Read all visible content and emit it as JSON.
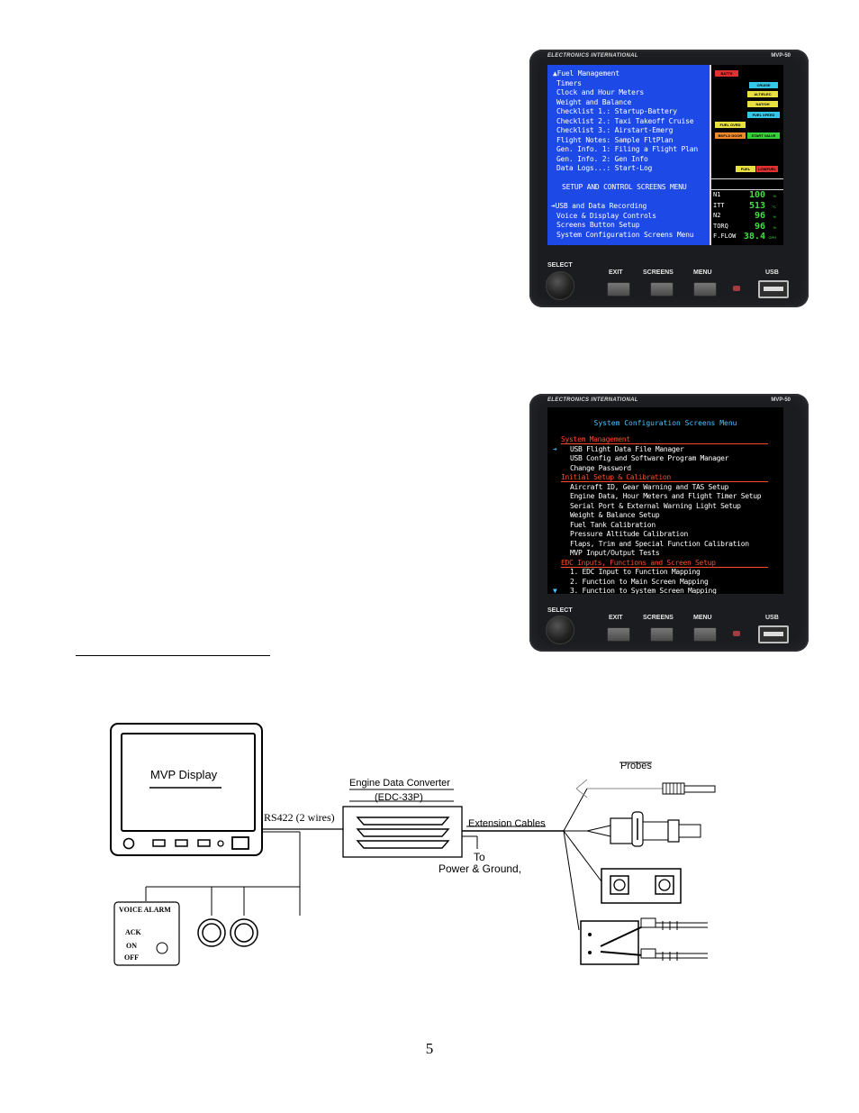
{
  "device": {
    "brand": "ELECTRONICS INTERNATIONAL",
    "model": "MVP-50",
    "knob_label": "SELECT",
    "buttons": [
      "EXIT",
      "SCREENS",
      "MENU"
    ],
    "usb_label": "USB"
  },
  "screen1": {
    "menu_items": [
      "▲Fuel Management",
      "Timers",
      "Clock and Hour Meters",
      "Weight and Balance",
      "Checklist 1.: Startup-Battery",
      "Checklist 2.: Taxi Takeoff Cruise",
      "Checklist 3.: Airstart-Emerg",
      "Flight Notes: Sample FltPlan",
      "Gen. Info. 1: Filing a Flight Plan",
      "Gen. Info. 2: Gen Info",
      "Data Logs...: Start-Log"
    ],
    "setup_heading": "SETUP AND CONTROL SCREENS MENU",
    "setup_items": [
      "➔USB and Data Recording",
      "Voice & Display Controls",
      "Screens Button Setup",
      "System Configuration Screens Menu"
    ],
    "badges": [
      {
        "text": "BATTE",
        "color": "#e03030"
      },
      {
        "text": "CRUISE",
        "color": "#34c8e8"
      },
      {
        "text": "ALT/ELEC",
        "color": "#e8e040"
      },
      {
        "text": "NAT/OH",
        "color": "#e8e040"
      },
      {
        "text": "FUEL XFEED",
        "color": "#34c8e8"
      },
      {
        "text": "FUEL OVRD",
        "color": "#e8e040"
      },
      {
        "text": "BKFLD DOOR",
        "color": "#f08a2a"
      },
      {
        "text": "START VALVE",
        "color": "#38d038"
      },
      {
        "text": "FUEL",
        "color": "#e8e040"
      },
      {
        "text": "LOWFUEL",
        "color": "#e03030"
      }
    ],
    "instruments": [
      {
        "label": "N1",
        "value": "100",
        "unit": "%"
      },
      {
        "label": "ITT",
        "value": "513",
        "unit": "°C"
      },
      {
        "label": "N2",
        "value": "96",
        "unit": "%"
      },
      {
        "label": "TORQ",
        "value": "96",
        "unit": "%"
      },
      {
        "label": "F.FLOW",
        "value": "38.4",
        "unit": "GPH"
      }
    ]
  },
  "screen2": {
    "title": "System Configuration Screens Menu",
    "sections": [
      {
        "heading": "System Management",
        "items": [
          "USB Flight Data File Manager",
          "USB Config and Software Program Manager",
          "Change Password"
        ]
      },
      {
        "heading": "Initial Setup & Calibration",
        "items": [
          "Aircraft ID, Gear Warning and TAS Setup",
          "Engine Data, Hour Meters and Flight Timer Setup",
          "Serial Port & External Warning Light Setup",
          "Weight & Balance Setup",
          "Fuel Tank Calibration",
          "Pressure Altitude Calibration",
          "Flaps, Trim and Special Function Calibration",
          "MVP Input/Output Tests"
        ]
      },
      {
        "heading": "EDC Inputs, Functions and Screen Setup",
        "items": [
          "1. EDC Input to Function Mapping",
          "2. Function to Main Screen Mapping",
          "3. Function to System Screen Mapping"
        ]
      }
    ],
    "cursor": "➔",
    "scroll_down": "▼"
  },
  "diagram": {
    "display_label": "MVP Display",
    "rs422_label": "RS422 (2 wires)",
    "edc_title": "Engine Data Converter",
    "edc_model": "(EDC-33P)",
    "extension_label": "Extension Cables",
    "power_label_line1": "To",
    "power_label_line2": "Power & Ground,",
    "probes_label": "Probes",
    "voice_alarm": {
      "title": "VOICE ALARM",
      "ack": "ACK",
      "on": "ON",
      "off": "OFF"
    }
  },
  "page_number": "5"
}
